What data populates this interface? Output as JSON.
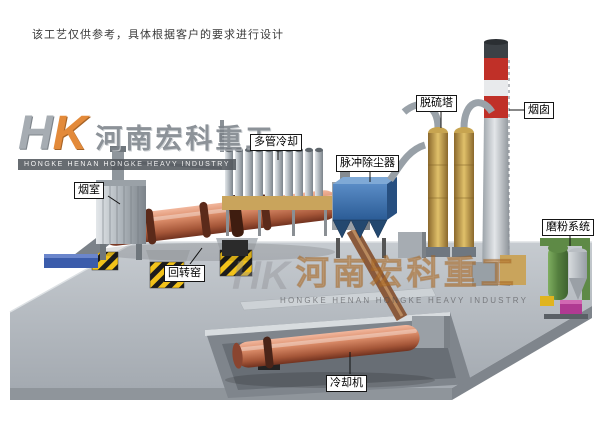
{
  "disclaimer": "该工艺仅供参考，具体根据客户的要求进行设计",
  "logo": {
    "monogram_h": "H",
    "monogram_k": "K",
    "company_cn": "河南宏科重工",
    "company_en": "HONGKE HENAN HONGKE HEAVY INDUSTRY"
  },
  "watermark": {
    "monogram": "HK",
    "company_cn": "河南宏科重工",
    "company_en": "HONGKE HENAN HONGKE HEAVY INDUSTRY"
  },
  "labels": {
    "smoke_chamber": "烟室",
    "multi_tube_cooler": "多管冷却",
    "pulse_dust_collector": "脉冲除尘器",
    "desulfurization_tower": "脱硫塔",
    "chimney": "烟囱",
    "grinding_system": "磨粉系统",
    "rotary_kiln": "回转窑",
    "cooling_machine": "冷却机"
  },
  "colors": {
    "kiln_body": "#c97757",
    "dust_collector_blue": "#4a7fb8",
    "tower_tan": "#c9a450",
    "chimney_band_red": "#c03028",
    "platform_gray": "#b5bac0",
    "hazard_yellow": "#f2c21a",
    "grinding_green": "#5e8a46",
    "accent_magenta": "#b03a92",
    "pallet_blue": "#3b5cab"
  }
}
